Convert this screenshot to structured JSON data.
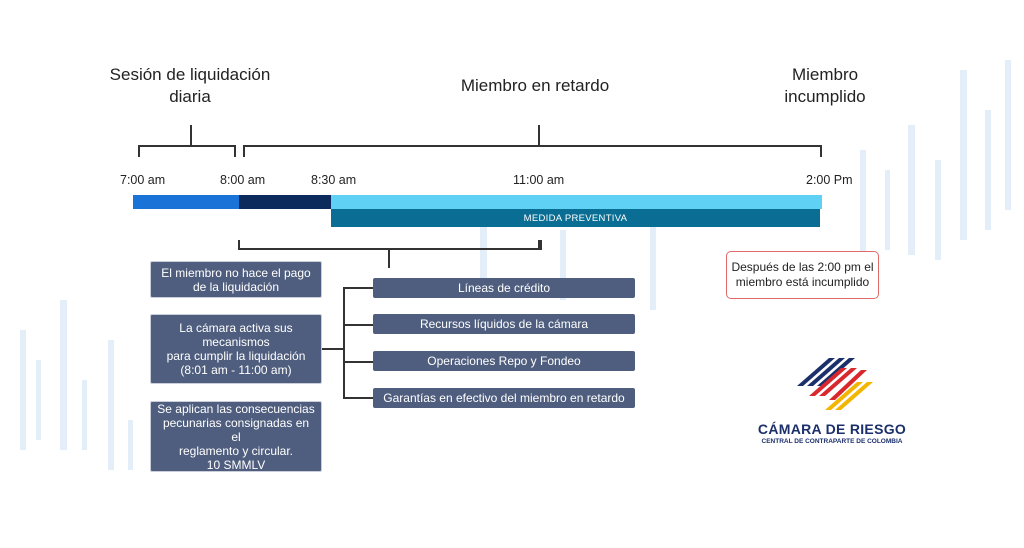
{
  "phases": {
    "daily": "Sesión de liquidación\ndiaria",
    "late": "Miembro en retardo",
    "default": "Miembro\nincumplido"
  },
  "times": [
    "7:00 am",
    "8:00 am",
    "8:30 am",
    "11:00 am",
    "2:00 Pm"
  ],
  "bar": {
    "preventive_label": "MEDIDA PREVENTIVA",
    "colors": {
      "segment1": "#1a73d6",
      "segment2": "#0d2a5c",
      "segment3": "#5fd1f5",
      "preventive": "#0a6d93"
    }
  },
  "boxes": {
    "no_payment": "El miembro no hace el pago\nde la liquidación",
    "activates": "La cámara activa sus\nmecanismos\npara cumplir la liquidación\n(8:01 am - 11:00 am)",
    "consequences": "Se aplican las consecuencias\npecunarias consignadas en el\nreglamento y circular.\n10 SMMLV"
  },
  "mechanisms": [
    "Líneas de crédito",
    "Recursos líquidos de la cámara",
    "Operaciones Repo y Fondeo",
    "Garantías en efectivo del miembro en retardo"
  ],
  "note": "Después de las 2:00 pm el\nmiembro está incumplido",
  "logo": {
    "name": "CÁMARA DE RIESGO",
    "tagline": "CENTRAL DE CONTRAPARTE DE COLOMBIA"
  },
  "colors": {
    "box": "#4f5e7e",
    "note_border": "#e06a6a",
    "logo_navy": "#1b2f6b",
    "logo_red": "#d9272e",
    "logo_yellow": "#f2b600"
  }
}
